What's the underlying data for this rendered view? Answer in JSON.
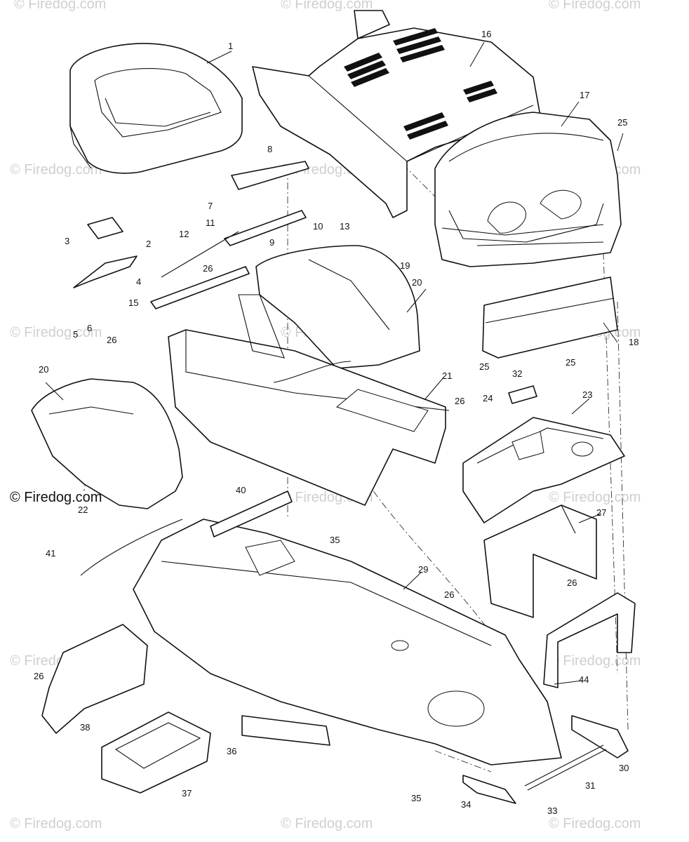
{
  "watermark": {
    "text": "© Firedog.com",
    "brand_text": "© Firedog.com"
  },
  "callouts": [
    "1",
    "2",
    "3",
    "4",
    "5",
    "6",
    "7",
    "8",
    "9",
    "10",
    "11",
    "12",
    "13",
    "15",
    "16",
    "17",
    "18",
    "19",
    "20",
    "20",
    "21",
    "22",
    "23",
    "24",
    "25",
    "25",
    "25",
    "26",
    "26",
    "26",
    "26",
    "26",
    "26",
    "27",
    "29",
    "30",
    "31",
    "32",
    "33",
    "34",
    "35",
    "35",
    "36",
    "37",
    "38",
    "40",
    "41",
    "44"
  ]
}
